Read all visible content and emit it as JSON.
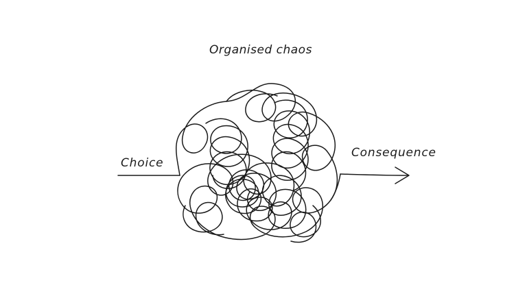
{
  "diagram": {
    "title": "Organised chaos",
    "input_label": "Choice",
    "output_label": "Consequence",
    "ink_color": "#1a1a1a",
    "background_color": "#ffffff"
  }
}
